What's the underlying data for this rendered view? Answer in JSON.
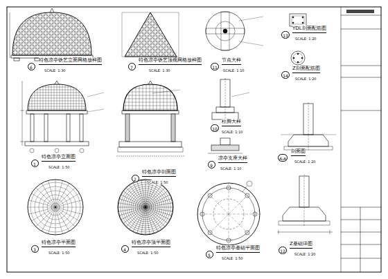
{
  "diagram": {
    "labels": [
      "6",
      "特色凉亭铁艺立面网格放样图",
      "SCALE: 1:30",
      "7",
      "特色凉亭铁艺顶视网格放样图",
      "SCALE: 1:30",
      "11",
      "节点大样",
      "SCALE: 1:10",
      "13",
      "YDL剖面配筋图",
      "SCALE: 1:20",
      "14",
      "Z剖面配筋图",
      "SCALE: 1:20",
      "1",
      "特色凉亭立面图",
      "SCALE: 1:50",
      "2",
      "特色凉亭剖面图",
      "SCALE: 1:50",
      "10",
      "柱脚大样",
      "SCALE: 1:10",
      "9",
      "凉亭支座大样",
      "SCALE: 1:10",
      "A-A",
      "剖面图",
      "SCALE: 1:20",
      "3",
      "特色凉亭平面图",
      "SCALE: 1:50",
      "4",
      "特色凉亭顶平面图",
      "SCALE: 1:50",
      "5",
      "特色凉亭基础平面图",
      "SCALE: 1:50",
      "12",
      "Z基础详图",
      "SCALE: 1:20"
    ]
  }
}
